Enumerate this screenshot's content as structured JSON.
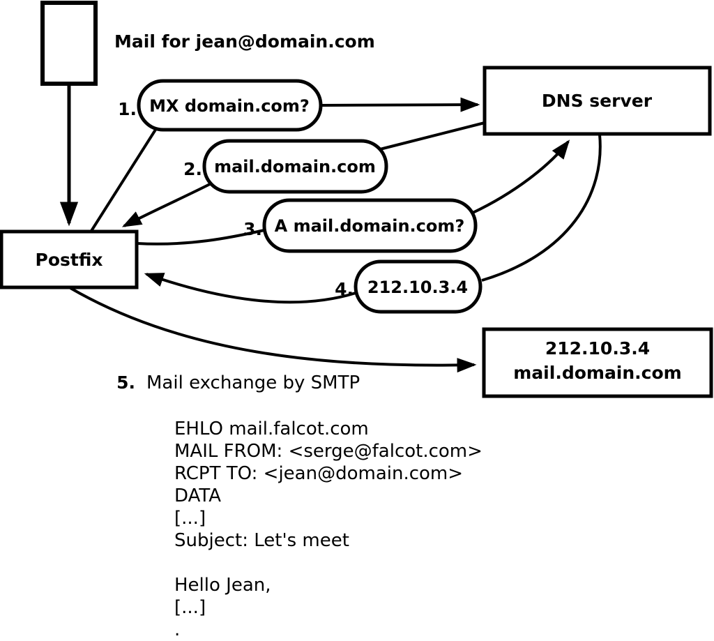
{
  "diagram": {
    "caption": "Mail for jean@domain.com",
    "nodes": {
      "postfix_label": "Postfix",
      "dns_label": "DNS server",
      "mail_server_line1": "212.10.3.4",
      "mail_server_line2": "mail.domain.com"
    },
    "steps": [
      {
        "num": "1.",
        "label": "MX domain.com?"
      },
      {
        "num": "2.",
        "label": "mail.domain.com"
      },
      {
        "num": "3.",
        "label": "A mail.domain.com?"
      },
      {
        "num": "4.",
        "label": "212.10.3.4"
      },
      {
        "num": "5.",
        "label": "Mail exchange by SMTP"
      }
    ],
    "smtp_transcript": [
      "EHLO mail.falcot.com",
      "MAIL FROM: <serge@falcot.com>",
      "RCPT TO: <jean@domain.com>",
      "DATA",
      "[...]",
      "Subject: Let's meet",
      "",
      "Hello Jean,",
      "[...]",
      "."
    ],
    "colors": {
      "stroke": "#000000",
      "background": "#ffffff"
    }
  }
}
